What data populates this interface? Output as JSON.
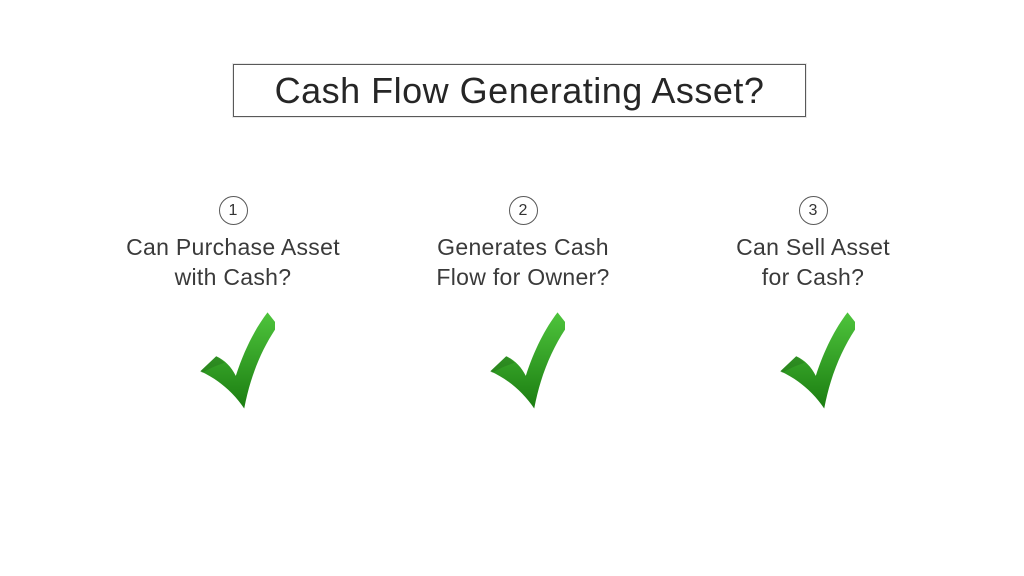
{
  "title": "Cash Flow Generating Asset?",
  "columns": [
    {
      "number": "1",
      "line1": "Can Purchase Asset",
      "line2": "with Cash?",
      "result": "checkmark"
    },
    {
      "number": "2",
      "line1": "Generates Cash",
      "line2": "Flow for Owner?",
      "result": "checkmark"
    },
    {
      "number": "3",
      "line1": "Can Sell Asset",
      "line2": "for Cash?",
      "result": "checkmark"
    }
  ],
  "colors": {
    "check_light": "#4ec43c",
    "check_dark": "#1b7d11",
    "text": "#3a3a3a",
    "border": "#595959"
  }
}
